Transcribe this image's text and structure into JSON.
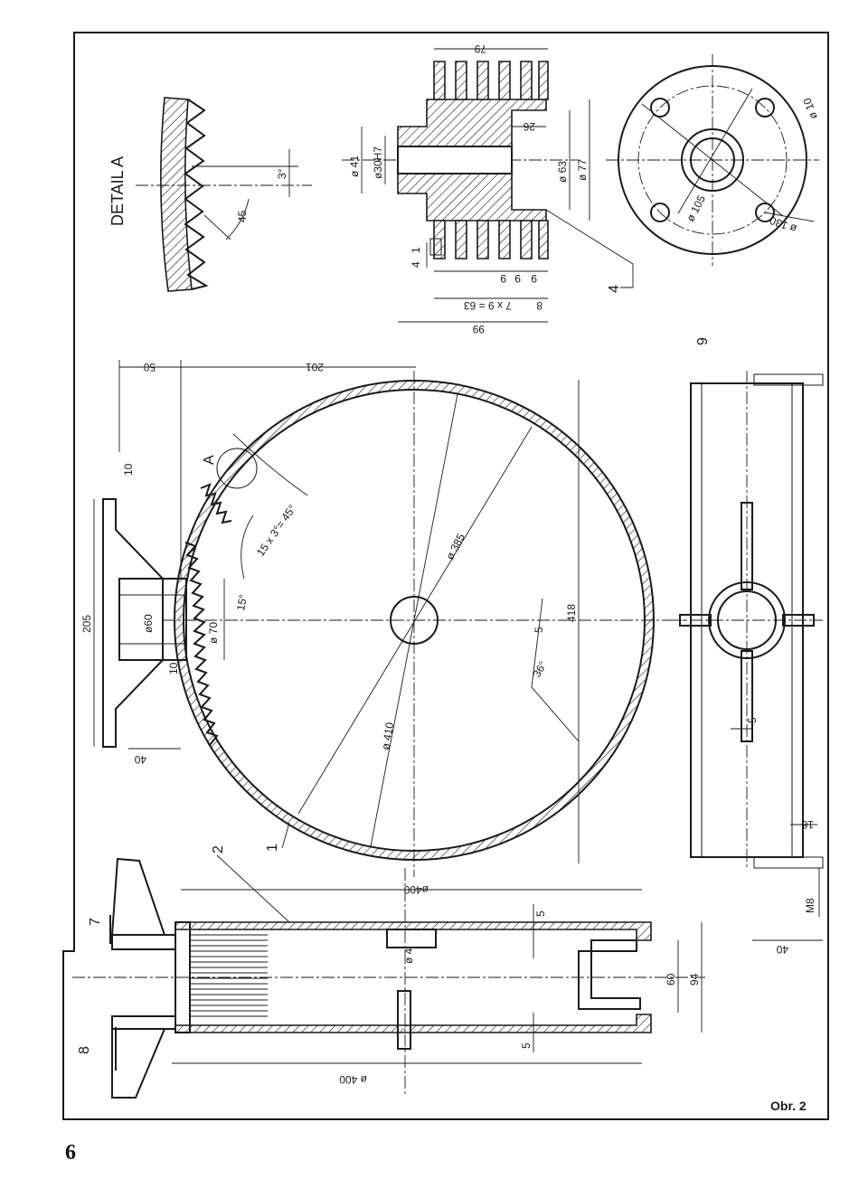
{
  "detail_title": "DETAIL A",
  "caption": "Obr. 2",
  "page_number": "6",
  "detail_labels": [
    "3°",
    "45"
  ],
  "wheel_labels": {
    "d_outer": "ø 410",
    "d_inner": "ø 385",
    "d_hub": "ø 70",
    "d_boss": "ø60",
    "teeth": "15 x 3°= 45°",
    "angle_15": "15°",
    "angle_36": "36°",
    "rib_5": "5",
    "height_418": "418",
    "detail_marker": "A",
    "width_201": "201",
    "width_50": "50",
    "len_205": "205",
    "w_10a": "10",
    "w_10b": "10",
    "w_40": "40"
  },
  "gear_labels": {
    "len_79": "79",
    "w_26": "26",
    "d_41": "ø 41",
    "d_30": "ø30H7",
    "d_63": "ø 63",
    "d_77": "ø 77",
    "len_99": "99",
    "pitch": "7 x 9 = 63",
    "w_8": "8",
    "w_9a": "9",
    "w_9b": "9",
    "w_9c": "9",
    "w_4": "4",
    "w_1": "1"
  },
  "flange_labels": {
    "d_10": "ø 10",
    "d_105": "ø 105",
    "d_130": "ø 130"
  },
  "section_labels": {
    "d_400_top": "ø400",
    "d_400_bot": "ø 400",
    "w_5_top": "5",
    "w_5_bot": "5",
    "h_60": "60",
    "h_94": "94",
    "shaft_d": "ø 4"
  },
  "side_labels": {
    "w_16": "16",
    "m8": "M8",
    "w_40": "40",
    "rib_5": "5"
  },
  "part_refs": {
    "p1": "1",
    "p2": "2",
    "p4": "4",
    "p7": "7",
    "p8": "8",
    "p9": "9"
  }
}
